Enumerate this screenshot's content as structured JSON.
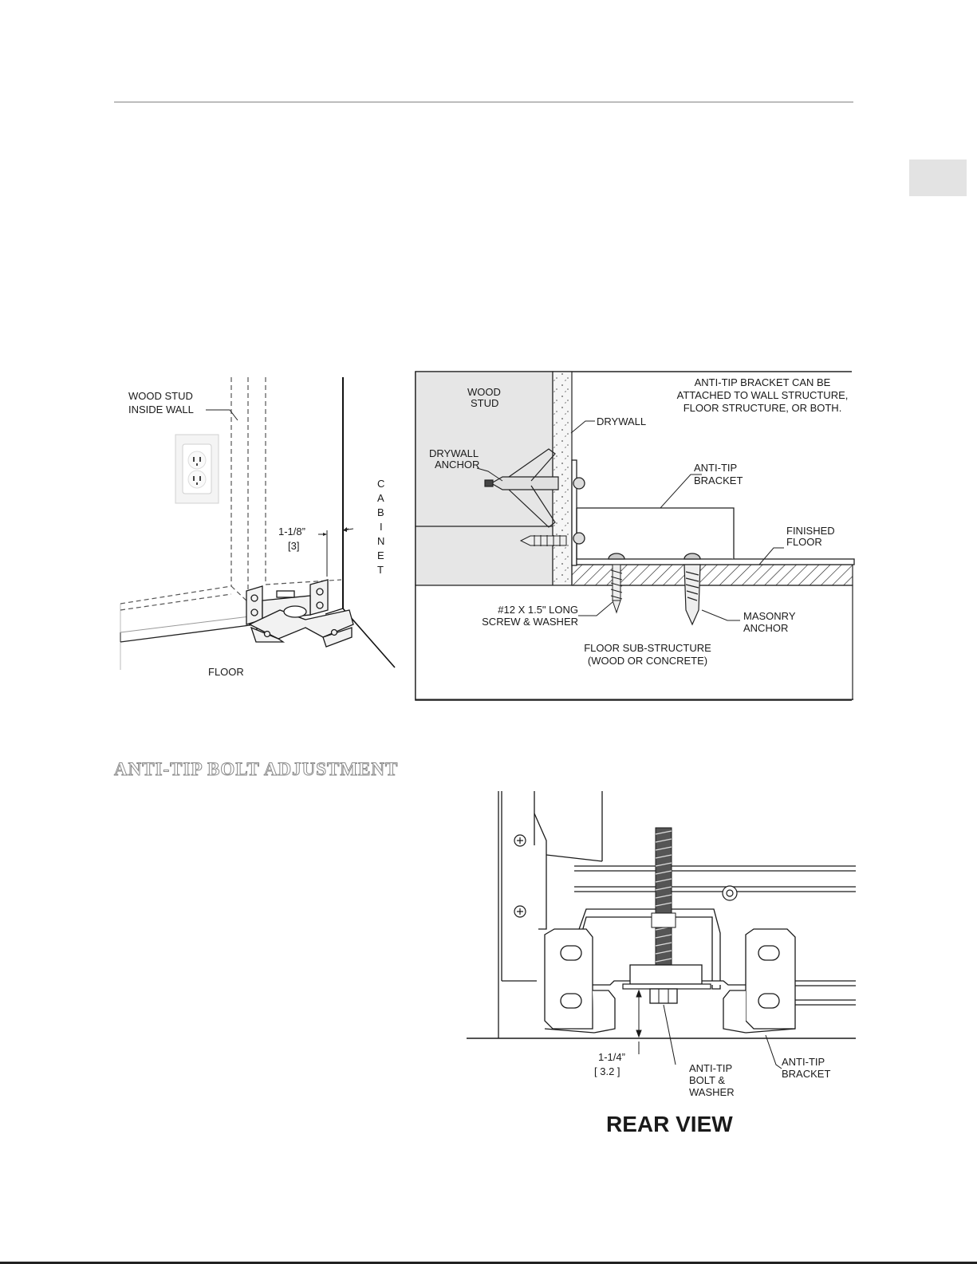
{
  "figure1": {
    "wood_stud_inside_wall_1": "WOOD STUD",
    "wood_stud_inside_wall_2": "INSIDE WALL",
    "cabinet_letters": [
      "C",
      "A",
      "B",
      "I",
      "N",
      "E",
      "T"
    ],
    "dimension_in": "1-1/8”",
    "dimension_metric": "[3]",
    "floor": "FLOOR"
  },
  "figure2": {
    "wood_stud_1": "WOOD",
    "wood_stud_2": "STUD",
    "drywall": "DRYWALL",
    "drywall_anchor_1": "DRYWALL",
    "drywall_anchor_2": "ANCHOR",
    "note_1": "ANTI-TIP BRACKET CAN BE",
    "note_2": "ATTACHED TO WALL STRUCTURE,",
    "note_3": "FLOOR STRUCTURE, OR BOTH.",
    "anti_tip_bracket_1": "ANTI-TIP",
    "anti_tip_bracket_2": "BRACKET",
    "finished_floor_1": "FINISHED",
    "finished_floor_2": "FLOOR",
    "screw_1": "#12 X 1.5\" LONG",
    "screw_2": "SCREW & WASHER",
    "masonry_anchor_1": "MASONRY",
    "masonry_anchor_2": "ANCHOR",
    "sub_structure_1": "FLOOR SUB-STRUCTURE",
    "sub_structure_2": "(WOOD OR CONCRETE)"
  },
  "section_heading": "ANTI-TIP BOLT ADJUSTMENT",
  "figure3": {
    "dimension_in": "1-1/4”",
    "dimension_metric": "[ 3.2 ]",
    "bolt_1": "ANTI-TIP",
    "bolt_2": "BOLT &",
    "bolt_3": "WASHER",
    "bracket_1": "ANTI-TIP",
    "bracket_2": "BRACKET",
    "caption": "REAR VIEW"
  }
}
